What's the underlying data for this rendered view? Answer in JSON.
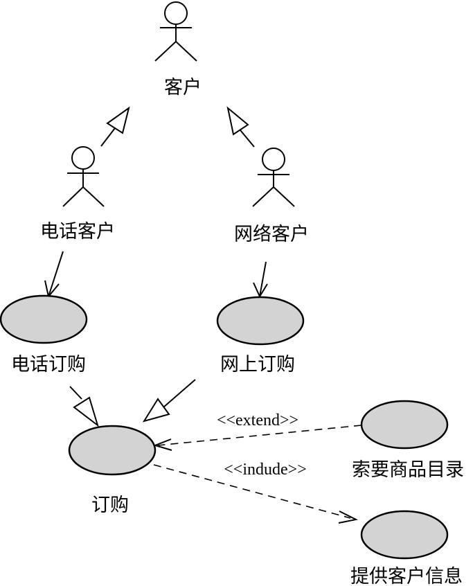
{
  "actors": {
    "customer": "客户",
    "phone_customer": "电话客户",
    "web_customer": "网络客户"
  },
  "use_cases": {
    "phone_order": "电话订购",
    "web_order": "网上订购",
    "order": "订购",
    "request_catalog": "索要商品目录",
    "provide_info": "提供客户信息"
  },
  "stereotypes": {
    "extend": "<<extend>>",
    "include": "<<indude>>"
  },
  "colors": {
    "use_case_fill": "#d3d3d3",
    "stroke": "#000000"
  }
}
